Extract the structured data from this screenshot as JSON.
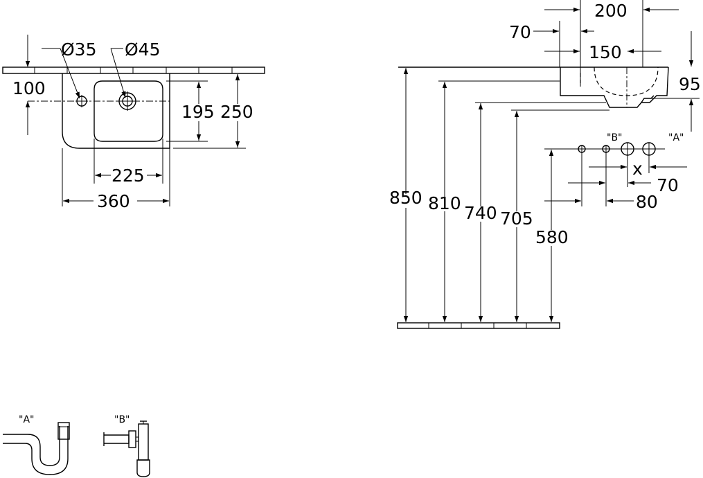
{
  "plan_view": {
    "hole_left": "Ø35",
    "hole_right": "Ø45",
    "dim_offset": "100",
    "dim_bowl_depth": "195",
    "dim_total_depth": "250",
    "dim_bowl_width": "225",
    "dim_total_width": "360"
  },
  "side_view": {
    "dim_top_width": "200",
    "dim_tap_offset": "70",
    "dim_outlet_offset": "150",
    "dim_basin_height": "95",
    "height_rim": "850",
    "height_2": "810",
    "height_3": "740",
    "height_4": "705",
    "height_supply": "580",
    "trap_label_a": "\"A\"",
    "trap_label_b": "\"B\"",
    "dim_x_symbol": "x",
    "dim_spacing_70": "70",
    "dim_spacing_80": "80"
  },
  "traps": {
    "label_a": "\"A\"",
    "label_b": "\"B\""
  }
}
